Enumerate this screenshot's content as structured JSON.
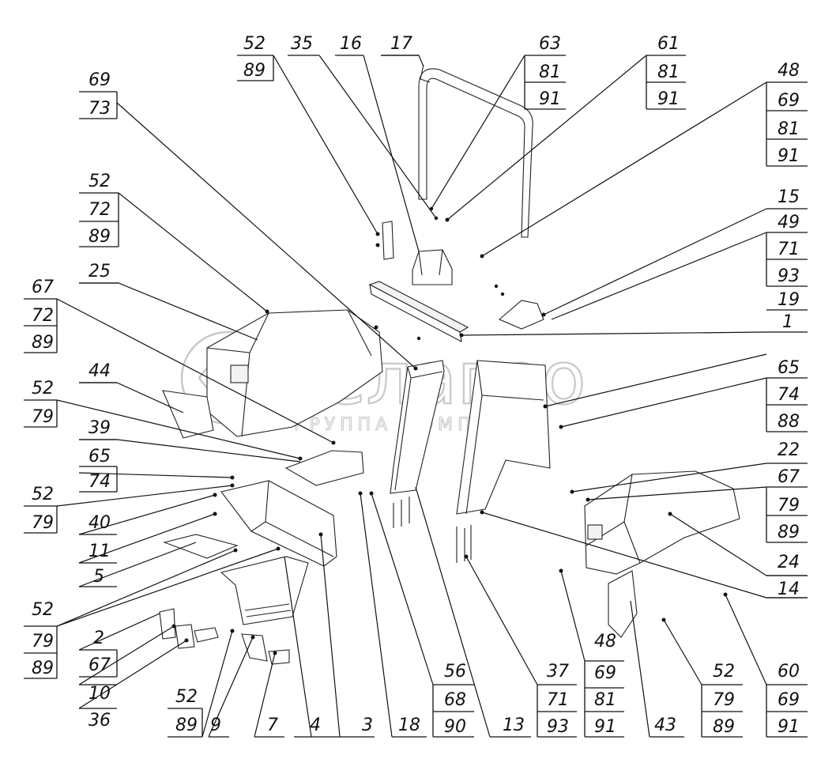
{
  "watermark": {
    "brand": "белагро",
    "subtitle": "ГРУППА КОМПАНИЙ"
  },
  "callouts": {
    "c_52_89_top": [
      "52",
      "89"
    ],
    "c_35": [
      "35"
    ],
    "c_16": [
      "16"
    ],
    "c_17": [
      "17"
    ],
    "c_63": [
      "63",
      "81",
      "91"
    ],
    "c_61": [
      "61",
      "81",
      "91"
    ],
    "c_48_top": [
      "48",
      "69",
      "81",
      "91"
    ],
    "c_69_73": [
      "69",
      "73"
    ],
    "c_52_72_89": [
      "52",
      "72",
      "89"
    ],
    "c_15": [
      "15"
    ],
    "c_49": [
      "49",
      "71",
      "93"
    ],
    "c_67_72_89": [
      "67",
      "72",
      "89"
    ],
    "c_25": [
      "25"
    ],
    "c_19": [
      "19"
    ],
    "c_1": [
      "1"
    ],
    "c_44": [
      "44"
    ],
    "c_65_right": [
      "65",
      "74",
      "88"
    ],
    "c_52_79_left": [
      "52",
      "79"
    ],
    "c_39": [
      "39"
    ],
    "c_65_left": [
      "65",
      "74"
    ],
    "c_22": [
      "22"
    ],
    "c_67_right": [
      "67",
      "79",
      "89"
    ],
    "c_52_79_mid": [
      "52",
      "79"
    ],
    "c_40": [
      "40"
    ],
    "c_11": [
      "11"
    ],
    "c_5": [
      "5"
    ],
    "c_24": [
      "24"
    ],
    "c_14": [
      "14"
    ],
    "c_52_79_89_left": [
      "52",
      "79",
      "89"
    ],
    "c_2": [
      "2",
      "67"
    ],
    "c_10": [
      "10"
    ],
    "c_36": [
      "36"
    ],
    "c_52_89_bottom": [
      "52",
      "89"
    ],
    "c_9": [
      "9"
    ],
    "c_7": [
      "7"
    ],
    "c_4": [
      "4"
    ],
    "c_3": [
      "3"
    ],
    "c_18": [
      "18"
    ],
    "c_56": [
      "56",
      "68",
      "90"
    ],
    "c_13": [
      "13"
    ],
    "c_37": [
      "37",
      "71",
      "93"
    ],
    "c_48_bottom": [
      "48",
      "69",
      "81",
      "91"
    ],
    "c_43": [
      "43"
    ],
    "c_52_79_89_bottom": [
      "52",
      "79",
      "89"
    ],
    "c_60": [
      "60",
      "69",
      "91"
    ]
  }
}
